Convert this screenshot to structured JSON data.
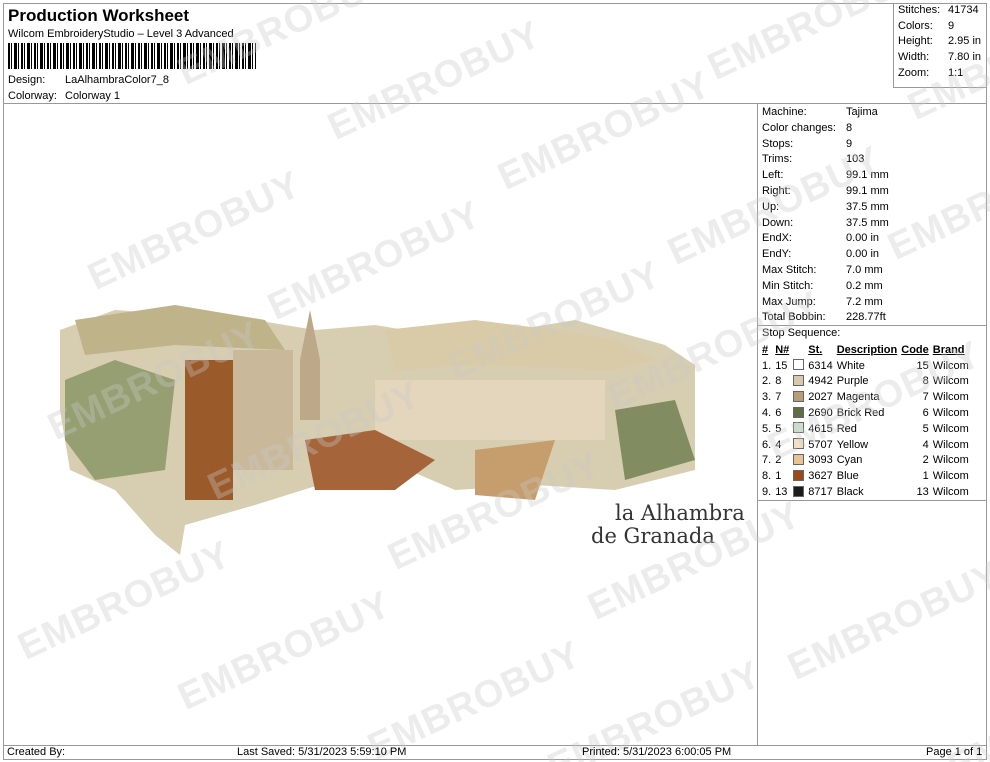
{
  "header": {
    "title": "Production Worksheet",
    "subtitle": "Wilcom EmbroideryStudio – Level 3 Advanced",
    "design_label": "Design:",
    "design": "LaAlhambraColor7_8",
    "colorway_label": "Colorway:",
    "colorway": "Colorway 1"
  },
  "stats": [
    {
      "k": "Stitches:",
      "v": "41734"
    },
    {
      "k": "Colors:",
      "v": "9"
    },
    {
      "k": "Height:",
      "v": "2.95 in"
    },
    {
      "k": "Width:",
      "v": "7.80 in"
    },
    {
      "k": "Zoom:",
      "v": "1:1"
    }
  ],
  "machine": [
    {
      "k": "Machine:",
      "v": "Tajima"
    },
    {
      "k": "Color changes:",
      "v": "8"
    },
    {
      "k": "Stops:",
      "v": "9"
    },
    {
      "k": "Trims:",
      "v": "103"
    },
    {
      "k": "Left:",
      "v": "99.1 mm"
    },
    {
      "k": "Right:",
      "v": "99.1 mm"
    },
    {
      "k": "Up:",
      "v": "37.5 mm"
    },
    {
      "k": "Down:",
      "v": "37.5 mm"
    },
    {
      "k": "EndX:",
      "v": "0.00 in"
    },
    {
      "k": "EndY:",
      "v": "0.00 in"
    },
    {
      "k": "Max Stitch:",
      "v": "7.0 mm"
    },
    {
      "k": "Min Stitch:",
      "v": "0.2 mm"
    },
    {
      "k": "Max Jump:",
      "v": "7.2 mm"
    },
    {
      "k": "Total Bobbin:",
      "v": "228.77ft"
    }
  ],
  "stop_sequence": {
    "title": "Stop Sequence:",
    "headers": [
      "#",
      "N#",
      "St.",
      "Description",
      "Code",
      "Brand"
    ],
    "rows": [
      {
        "i": "1.",
        "n": "15",
        "color": "#ffffff",
        "st": "6314",
        "desc": "White",
        "code": "15",
        "brand": "Wilcom"
      },
      {
        "i": "2.",
        "n": "8",
        "color": "#d8c9ae",
        "st": "4942",
        "desc": "Purple",
        "code": "8",
        "brand": "Wilcom"
      },
      {
        "i": "3.",
        "n": "7",
        "color": "#b89d78",
        "st": "2027",
        "desc": "Magenta",
        "code": "7",
        "brand": "Wilcom"
      },
      {
        "i": "4.",
        "n": "6",
        "color": "#5e6e44",
        "st": "2690",
        "desc": "Brick Red",
        "code": "6",
        "brand": "Wilcom"
      },
      {
        "i": "5.",
        "n": "5",
        "color": "#cfe3cc",
        "st": "4615",
        "desc": "Red",
        "code": "5",
        "brand": "Wilcom"
      },
      {
        "i": "6.",
        "n": "4",
        "color": "#f3dfc4",
        "st": "5707",
        "desc": "Yellow",
        "code": "4",
        "brand": "Wilcom"
      },
      {
        "i": "7.",
        "n": "2",
        "color": "#e8c391",
        "st": "3093",
        "desc": "Cyan",
        "code": "2",
        "brand": "Wilcom"
      },
      {
        "i": "8.",
        "n": "1",
        "color": "#9a4a16",
        "st": "3627",
        "desc": "Blue",
        "code": "1",
        "brand": "Wilcom"
      },
      {
        "i": "9.",
        "n": "13",
        "color": "#1c1c1c",
        "st": "8717",
        "desc": "Black",
        "code": "13",
        "brand": "Wilcom"
      }
    ]
  },
  "design_text": [
    "la Alhambra",
    "de Granada"
  ],
  "watermark": "EMBROBUY",
  "footer": {
    "created": "Created By:",
    "saved": "Last Saved: 5/31/2023 5:59:10 PM",
    "printed": "Printed: 5/31/2023 6:00:05 PM",
    "page": "Page 1 of 1"
  }
}
